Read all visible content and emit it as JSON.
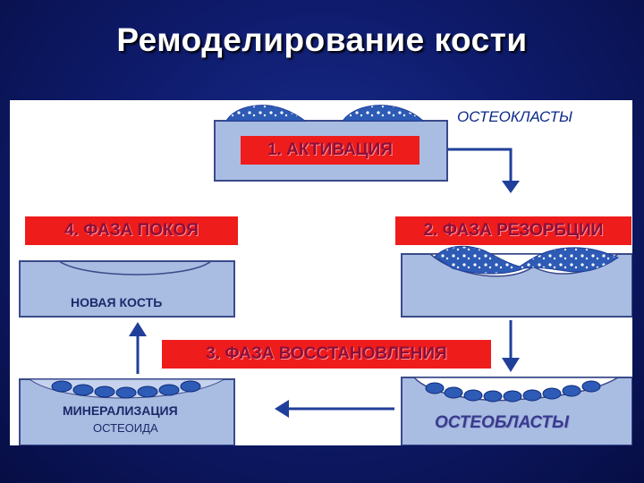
{
  "title": "Ремоделирование кости",
  "labels": {
    "osteoclasts": "ОСТЕОКЛАСТЫ",
    "activation": "1. АКТИВАЦИЯ",
    "rest_phase": "4. ФАЗА  ПОКОЯ",
    "resorption_phase": "2. ФАЗА РЕЗОРБЦИИ",
    "new_bone": "НОВАЯ КОСТЬ",
    "reconstruction_phase": "3. ФАЗА ВОССТАНОВЛЕНИЯ",
    "mineralization": "МИНЕРАЛИЗАЦИЯ",
    "osteoid": "ОСТЕОИДА",
    "osteoblasts": "ОСТЕОБЛАСТЫ"
  },
  "colors": {
    "background": "#0f1c6e",
    "bone_fill": "#a9bce2",
    "bone_stroke": "#3a4a8a",
    "cell_fill": "#2d5bb5",
    "phase_box": "#ef1c1c",
    "arrow": "#1f3f9a"
  }
}
